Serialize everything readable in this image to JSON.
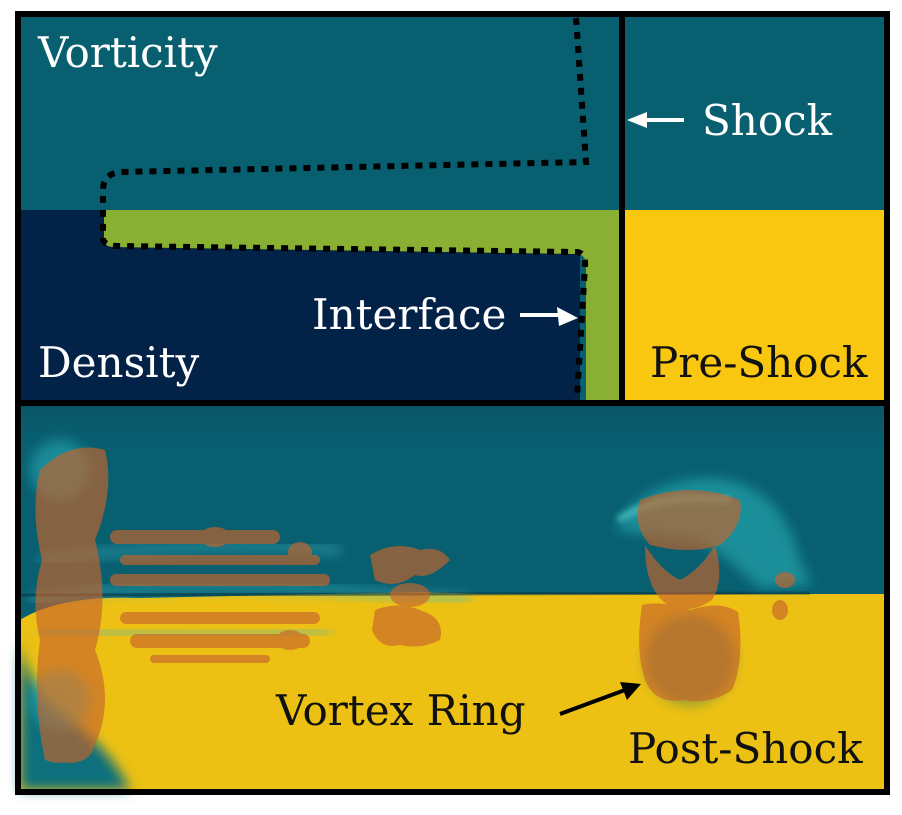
{
  "pre_shock_panel": {
    "vorticity_label": "Vorticity",
    "density_label": "Density",
    "shock_label": "Shock",
    "interface_label": "Interface",
    "pre_shock_label": "Pre-Shock"
  },
  "post_shock_panel": {
    "vortex_ring_label": "Vortex Ring",
    "post_shock_label": "Post-Shock"
  },
  "colors": {
    "vorticity_field": "#085F70",
    "light_gas": "#032248",
    "interface_band": "#8AB033",
    "shocked_gas": "#F9C710",
    "post_shock_yellow": "#ECC114",
    "vortex_orange": "#C8642A",
    "border": "#000000"
  }
}
